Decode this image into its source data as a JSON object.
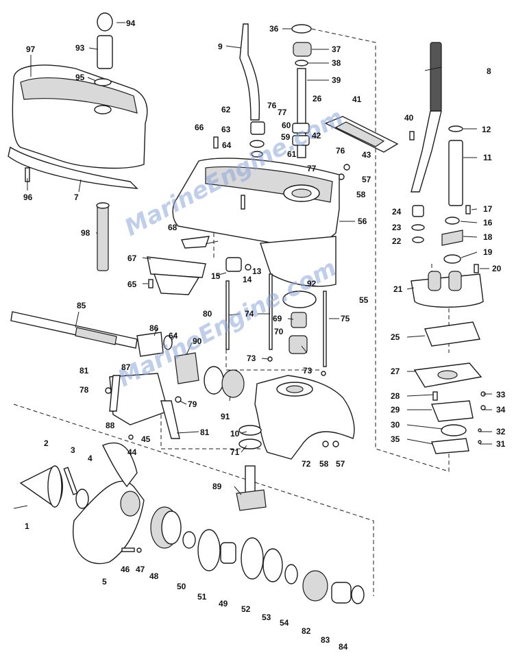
{
  "watermark": "MarineEngine.com",
  "labels": {
    "l1": "1",
    "l2": "2",
    "l3": "3",
    "l4": "4",
    "l5": "5",
    "l7": "7",
    "l8": "8",
    "l9": "9",
    "l10": "10",
    "l11": "11",
    "l12": "12",
    "l13": "13",
    "l14": "14",
    "l15": "15",
    "l16": "16",
    "l17": "17",
    "l18": "18",
    "l19": "19",
    "l20": "20",
    "l21": "21",
    "l22": "22",
    "l23": "23",
    "l24": "24",
    "l25": "25",
    "l26": "26",
    "l27": "27",
    "l28": "28",
    "l29": "29",
    "l30": "30",
    "l31": "31",
    "l32": "32",
    "l33": "33",
    "l34": "34",
    "l35": "35",
    "l36": "36",
    "l37": "37",
    "l38": "38",
    "l39": "39",
    "l40": "40",
    "l41": "41",
    "l42": "42",
    "l43": "43",
    "l44": "44",
    "l45": "45",
    "l46": "46",
    "l47": "47",
    "l48": "48",
    "l49": "49",
    "l50": "50",
    "l51": "51",
    "l52": "52",
    "l53": "53",
    "l54": "54",
    "l55": "55",
    "l56": "56",
    "l57a": "57",
    "l57b": "57",
    "l58a": "58",
    "l58b": "58",
    "l59": "59",
    "l60": "60",
    "l61": "61",
    "l62": "62",
    "l63": "63",
    "l64a": "64",
    "l64b": "64",
    "l65": "65",
    "l66": "66",
    "l67": "67",
    "l68": "68",
    "l69": "69",
    "l70": "70",
    "l71": "71",
    "l72": "72",
    "l73a": "73",
    "l73b": "73",
    "l74": "74",
    "l75": "75",
    "l76a": "76",
    "l76b": "76",
    "l77a": "77",
    "l77b": "77",
    "l78": "78",
    "l79": "79",
    "l80": "80",
    "l81a": "81",
    "l81b": "81",
    "l82": "82",
    "l83": "83",
    "l84": "84",
    "l85": "85",
    "l86": "86",
    "l87": "87",
    "l88": "88",
    "l89": "89",
    "l90": "90",
    "l91": "91",
    "l92": "92",
    "l93": "93",
    "l94": "94",
    "l95": "95",
    "l96": "96",
    "l97": "97",
    "l98": "98"
  }
}
